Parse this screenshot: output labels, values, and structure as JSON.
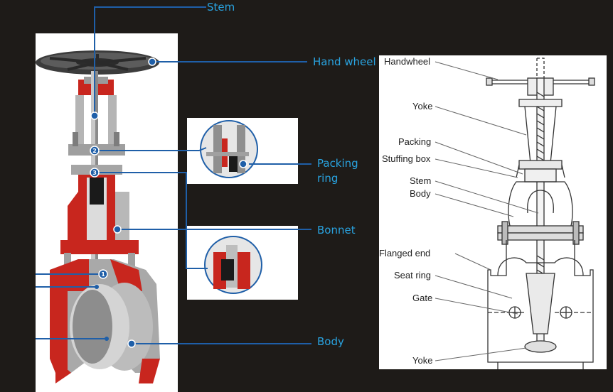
{
  "left_callouts": {
    "stem": "Stem",
    "hand_wheel": "Hand wheel",
    "packing_ring": "Packing\nring",
    "bonnet": "Bonnet",
    "body": "Body"
  },
  "markers": [
    "1",
    "2",
    "3"
  ],
  "right_labels": {
    "handwheel": "Handwheel",
    "yoke_top": "Yoke",
    "packing": "Packing",
    "stuffing_box": "Stuffing box",
    "stem": "Stem",
    "body": "Body",
    "flanged_end": "Flanged end",
    "seat_ring": "Seat ring",
    "gate": "Gate",
    "yoke_bottom": "Yoke"
  },
  "colors": {
    "callout": "#29a3e0",
    "leader": "#1f5fa8",
    "valve_red": "#c8261e",
    "valve_grey": "#a9a9a9",
    "background": "#1e1b18"
  }
}
